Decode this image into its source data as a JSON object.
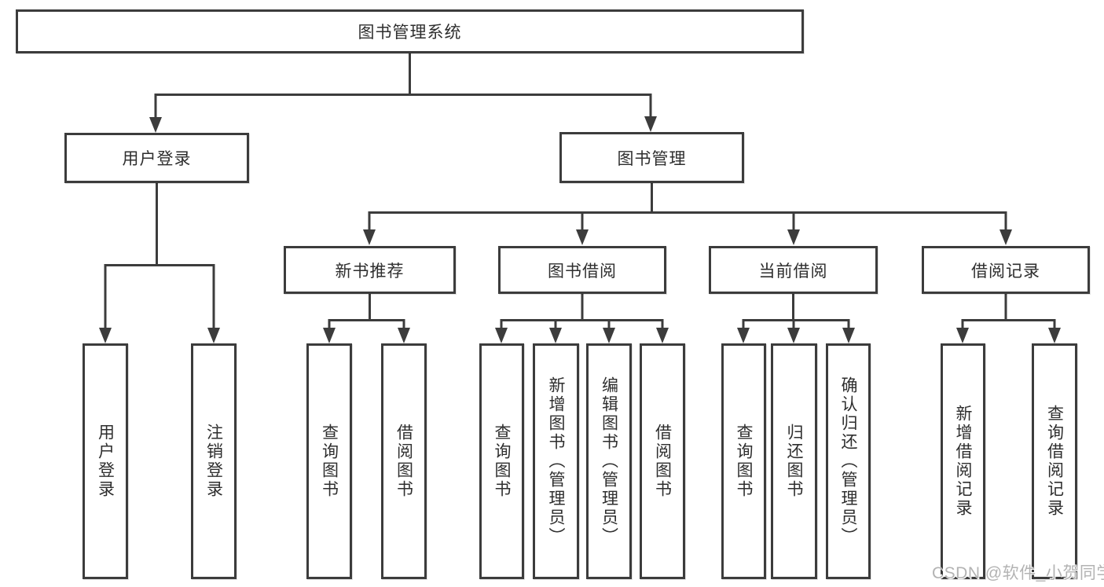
{
  "watermark": "CSDN @软件_小贺同学",
  "colors": {
    "line": "#3c3c3c",
    "box_border": "#3c3c3c",
    "box_background": "#ffffff",
    "text": "#2e2e2e",
    "watermark": "#b3b3b3"
  },
  "tree": {
    "root": "图书管理系统",
    "children": [
      {
        "label": "用户登录",
        "children": [
          "用户登录",
          "注销登录"
        ]
      },
      {
        "label": "图书管理",
        "children": [
          {
            "label": "新书推荐",
            "children": [
              "查询图书",
              "借阅图书"
            ]
          },
          {
            "label": "图书借阅",
            "children": [
              "查询图书",
              "新增图书（管理员）",
              "编辑图书（管理员）",
              "借阅图书"
            ]
          },
          {
            "label": "当前借阅",
            "children": [
              "查询图书",
              "归还图书",
              "确认归还（管理员）"
            ]
          },
          {
            "label": "借阅记录",
            "children": [
              "新增借阅记录",
              "查询借阅记录"
            ]
          }
        ]
      }
    ]
  }
}
